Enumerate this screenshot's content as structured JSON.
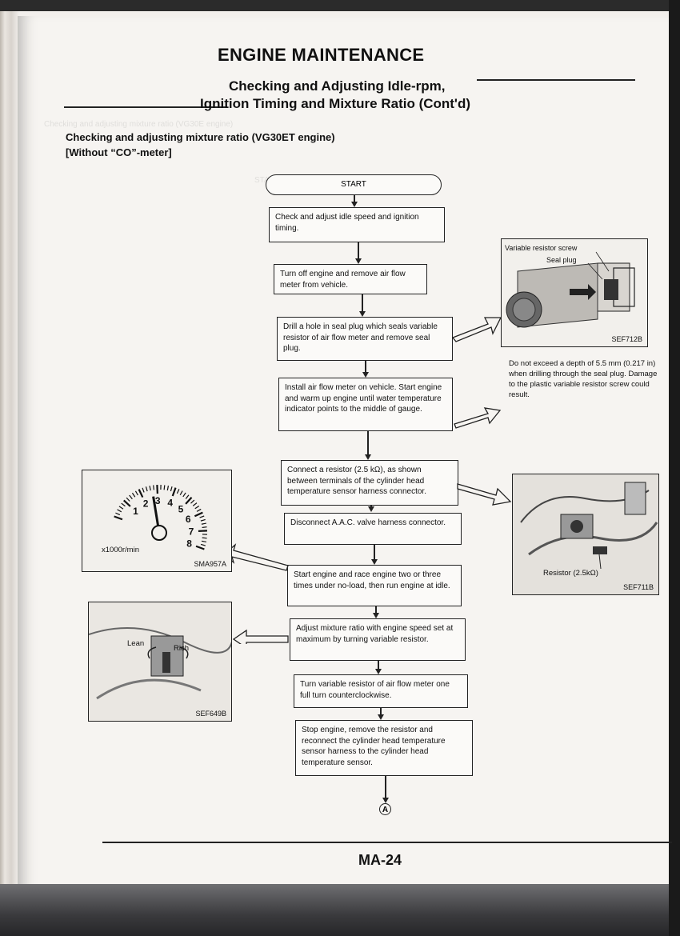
{
  "header": {
    "title": "ENGINE MAINTENANCE",
    "subtitle_line1": "Checking and Adjusting Idle-rpm,",
    "subtitle_line2": "Ignition Timing and Mixture Ratio (Cont'd)"
  },
  "section": {
    "line1": "Checking and adjusting mixture ratio (VG30ET engine)",
    "line2": "[Without “CO”-meter]"
  },
  "flowchart": {
    "start": "START",
    "steps": [
      "Check and adjust idle speed and ignition timing.",
      "Turn off engine and remove air flow meter from vehicle.",
      "Drill a hole in seal plug which seals variable resistor of air flow meter and remove seal plug.",
      "Install air flow meter on vehicle. Start engine and warm up engine until water temperature indicator points to the middle of gauge.",
      "Connect a resistor (2.5 kΩ), as shown between terminals of the cylinder head temperature sensor harness connector.",
      "Disconnect A.A.C. valve harness connector.",
      "Start engine and race engine two or three times under no-load, then run engine at idle.",
      "Adjust mixture ratio with engine speed set at maximum by turning variable resistor.",
      "Turn variable resistor of air flow meter one full turn counterclockwise.",
      "Stop engine, remove the resistor and reconnect the cylinder head temperature sensor harness to the cylinder head temperature sensor."
    ],
    "connector": "A"
  },
  "figures": {
    "sef712b": {
      "label1": "Variable resistor screw",
      "label2": "Seal plug",
      "code": "SEF712B"
    },
    "sef712b_note": "Do not exceed a depth of 5.5 mm (0.217 in) when drilling through the seal plug. Damage to the plastic variable resistor screw could result.",
    "sma957a": {
      "unit": "x1000r/min",
      "code": "SMA957A",
      "ticks": [
        "1",
        "2",
        "3",
        "4",
        "5",
        "6",
        "7",
        "8"
      ]
    },
    "sef711b": {
      "label": "Resistor (2.5kΩ)",
      "code": "SEF711B"
    },
    "sef649b": {
      "lean": "Lean",
      "rich": "Rich",
      "code": "SEF649B"
    }
  },
  "footer": {
    "page": "MA-24"
  }
}
